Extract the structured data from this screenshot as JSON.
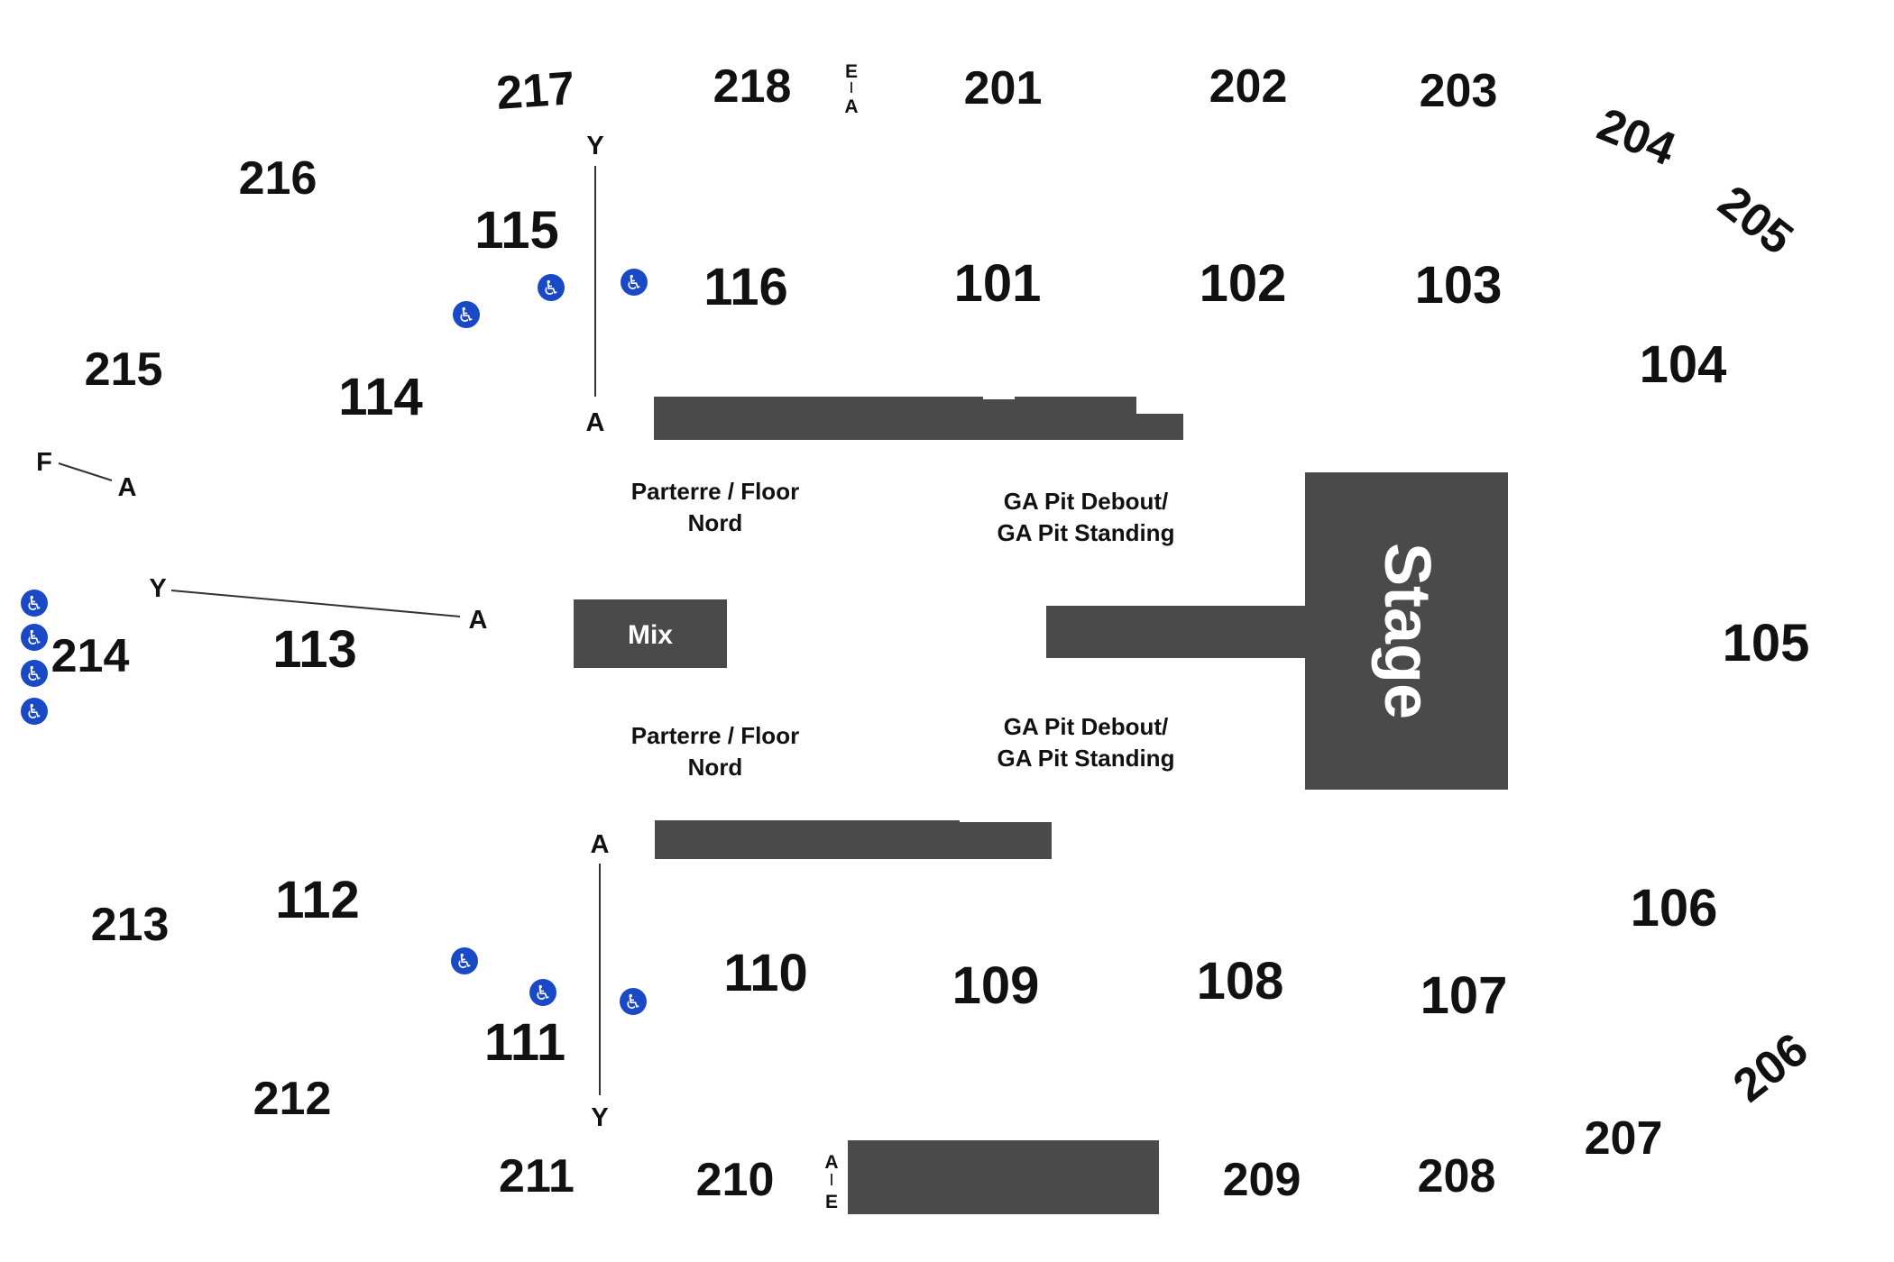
{
  "venue_map": {
    "colors": {
      "block": "#4a4a4a",
      "accessible": "#1a49c8",
      "text": "#111111",
      "background": "#ffffff"
    },
    "upper_sections": {
      "s201": "201",
      "s202": "202",
      "s203": "203",
      "s204": "204",
      "s205": "205",
      "s206": "206",
      "s207": "207",
      "s208": "208",
      "s209": "209",
      "s210": "210",
      "s211": "211",
      "s212": "212",
      "s213": "213",
      "s214": "214",
      "s215": "215",
      "s216": "216",
      "s217": "217",
      "s218": "218"
    },
    "lower_sections": {
      "s101": "101",
      "s102": "102",
      "s103": "103",
      "s104": "104",
      "s105": "105",
      "s106": "106",
      "s107": "107",
      "s108": "108",
      "s109": "109",
      "s110": "110",
      "s111": "111",
      "s112": "112",
      "s113": "113",
      "s114": "114",
      "s115": "115",
      "s116": "116"
    },
    "row_markers": {
      "top_aisle_first": "Y",
      "top_aisle_last": "A",
      "bottom_aisle_first": "A",
      "bottom_aisle_last": "Y",
      "s113_first": "Y",
      "s113_last": "A",
      "s214_first": "F",
      "s214_last": "A",
      "s218_top": "E",
      "s218_bottom": "A",
      "s210_top": "A",
      "s210_bottom": "E"
    },
    "floor": {
      "parterre_north_line1": "Parterre / Floor",
      "parterre_north_line2": "Nord",
      "parterre_south_line1": "Parterre / Floor",
      "parterre_south_line2": "Nord",
      "ga_pit_north_line1": "GA Pit Debout/",
      "ga_pit_north_line2": "GA Pit Standing",
      "ga_pit_south_line1": "GA Pit Debout/",
      "ga_pit_south_line2": "GA Pit Standing",
      "mix": "Mix",
      "stage": "Stage"
    },
    "accessible_icon": "wheelchair-icon"
  }
}
